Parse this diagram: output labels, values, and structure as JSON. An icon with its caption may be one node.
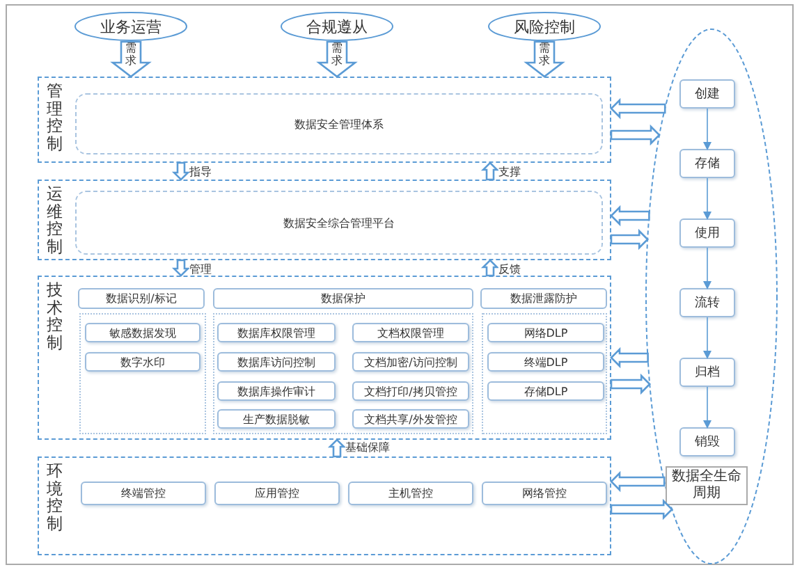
{
  "diagram": {
    "nodes": [
      {
        "text": [
          "业务运营"
        ]
      },
      {
        "text": [
          "合规遵从"
        ]
      },
      {
        "text": [
          "风险控制"
        ]
      },
      {
        "text": [
          "管理控制"
        ]
      },
      {
        "text": [
          "数据安全管理体系"
        ],
        "in": 3
      },
      {
        "text": [
          "运维控制"
        ]
      },
      {
        "text": [
          "数据安全综合管理平台"
        ],
        "in": 5
      },
      {
        "text": [
          "技术控制"
        ]
      },
      {
        "text": [
          "数据识别/标记"
        ],
        "in": 7
      },
      {
        "text": [
          "数据保护"
        ],
        "in": 7
      },
      {
        "text": [
          "数据泄露防护"
        ],
        "in": 7
      },
      {
        "text": [],
        "shape": "box",
        "in": 7
      },
      {
        "text": [
          "敏感数据发现"
        ],
        "in": 11
      },
      {
        "text": [
          "数字水印"
        ],
        "in": 11
      },
      {
        "text": [],
        "shape": "box",
        "in": 7
      },
      {
        "text": [
          "数据库权限管理"
        ],
        "in": 14
      },
      {
        "text": [
          "文档权限管理"
        ],
        "in": 14
      },
      {
        "text": [
          "数据库访问控制"
        ],
        "in": 14
      },
      {
        "text": [
          "文档加密/访问控制"
        ],
        "in": 14
      },
      {
        "text": [
          "数据库操作审计"
        ],
        "in": 14
      },
      {
        "text": [
          "文档打印/拷贝管控"
        ],
        "in": 14
      },
      {
        "text": [
          "生产数据脱敏"
        ],
        "in": 14
      },
      {
        "text": [
          "文档共享/外发管控"
        ],
        "in": 14
      },
      {
        "text": [],
        "shape": "box",
        "in": 7
      },
      {
        "text": [
          "网络DLP"
        ],
        "in": 23
      },
      {
        "text": [
          "终端DLP"
        ],
        "in": 23
      },
      {
        "text": [
          "存储DLP"
        ],
        "in": 23
      },
      {
        "text": [
          "环境控制"
        ]
      },
      {
        "text": [
          "终端管控"
        ],
        "in": 27
      },
      {
        "text": [
          "应用管控"
        ],
        "in": 27
      },
      {
        "text": [
          "主机管控"
        ],
        "in": 27
      },
      {
        "text": [
          "网络管控"
        ],
        "in": 27
      },
      {
        "text": [],
        "shape": "ellipse"
      },
      {
        "text": [
          "创建"
        ],
        "in": 32
      },
      {
        "text": [
          "存储"
        ],
        "in": 32
      },
      {
        "text": [
          "使用"
        ],
        "in": 32
      },
      {
        "text": [
          "流转"
        ],
        "in": 32
      },
      {
        "text": [
          "归档"
        ],
        "in": 32
      },
      {
        "text": [
          "销毁"
        ],
        "in": 32
      },
      {
        "text": [
          "数据全生命周期"
        ],
        "in": 32
      }
    ],
    "edges": [
      {
        "from": 0,
        "to": 3,
        "arrow": "to",
        "label": "需求",
        "style": "thick"
      },
      {
        "from": 1,
        "to": 3,
        "arrow": "to",
        "label": "需求",
        "style": "thick"
      },
      {
        "from": 2,
        "to": 3,
        "arrow": "to",
        "label": "需求",
        "style": "thick"
      },
      {
        "from": 3,
        "to": 5,
        "arrow": "to",
        "label": "指导",
        "style": "thick"
      },
      {
        "from": 5,
        "to": 3,
        "arrow": "to",
        "label": "支撑",
        "style": "thick"
      },
      {
        "from": 5,
        "to": 7,
        "arrow": "to",
        "label": "管理",
        "style": "thick"
      },
      {
        "from": 7,
        "to": 5,
        "arrow": "to",
        "label": "反馈",
        "style": "thick"
      },
      {
        "from": 27,
        "to": 7,
        "arrow": "to",
        "label": "基础保障",
        "style": "thick"
      },
      {
        "from": 32,
        "to": 3,
        "arrow": "to",
        "style": "thick"
      },
      {
        "from": 3,
        "to": 32,
        "arrow": "to",
        "style": "thick"
      },
      {
        "from": 32,
        "to": 5,
        "arrow": "to",
        "style": "thick"
      },
      {
        "from": 5,
        "to": 32,
        "arrow": "to",
        "style": "thick"
      },
      {
        "from": 32,
        "to": 7,
        "arrow": "to",
        "style": "thick"
      },
      {
        "from": 7,
        "to": 32,
        "arrow": "to",
        "style": "thick"
      },
      {
        "from": 32,
        "to": 27,
        "arrow": "to",
        "style": "thick"
      },
      {
        "from": 27,
        "to": 32,
        "arrow": "to",
        "style": "thick"
      },
      {
        "from": 33,
        "to": 34,
        "arrow": "to"
      },
      {
        "from": 34,
        "to": 35,
        "arrow": "to"
      },
      {
        "from": 35,
        "to": 36,
        "arrow": "to"
      },
      {
        "from": 36,
        "to": 37,
        "arrow": "to"
      },
      {
        "from": 37,
        "to": 38,
        "arrow": "to"
      }
    ]
  }
}
